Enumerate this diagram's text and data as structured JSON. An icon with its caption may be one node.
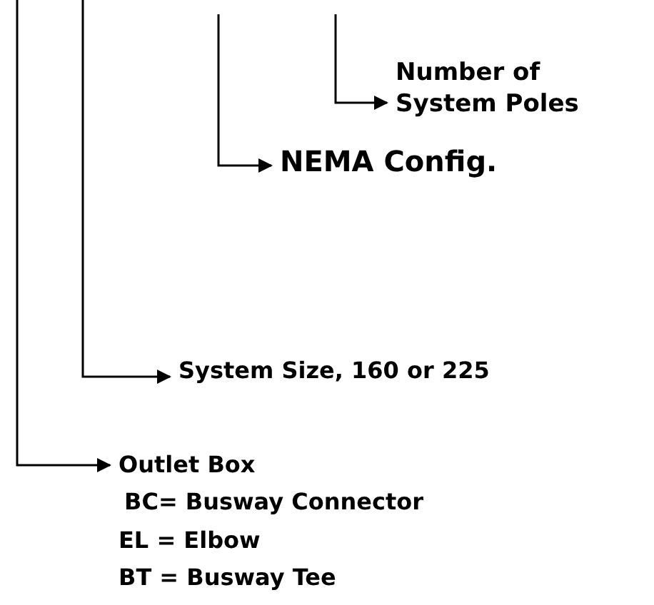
{
  "diagram": {
    "nodes": [
      {
        "text": [
          "Number of System Poles"
        ]
      },
      {
        "text": [
          "NEMA Config."
        ]
      },
      {
        "text": [
          "System Size, 160 or 225"
        ]
      },
      {
        "text": [
          "Outlet Box",
          "BC= Busway Connector",
          "EL = Elbow",
          "BT = Busway Tee"
        ]
      }
    ],
    "edges": [
      {
        "from": null,
        "to": 0,
        "arrow": "to"
      },
      {
        "from": null,
        "to": 1,
        "arrow": "to"
      },
      {
        "from": null,
        "to": 2,
        "arrow": "to"
      },
      {
        "from": null,
        "to": 3,
        "arrow": "to"
      }
    ]
  }
}
